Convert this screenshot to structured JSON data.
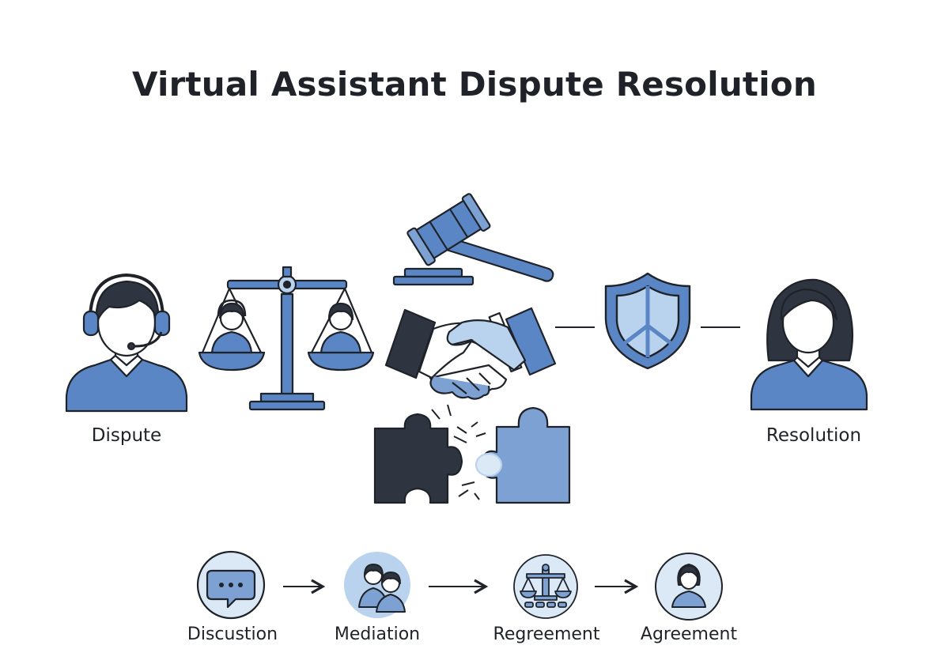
{
  "title": "Virtual Assistant Dispute Resolution",
  "figures": {
    "left_label": "Dispute",
    "right_label": "Resolution"
  },
  "steps": [
    {
      "label": "Discustion",
      "icon": "speech-bubble-icon"
    },
    {
      "label": "Mediation",
      "icon": "two-people-icon"
    },
    {
      "label": "Regreement",
      "icon": "scales-icon"
    },
    {
      "label": "Agreement",
      "icon": "person-icon"
    }
  ],
  "colors": {
    "primary_blue": "#5b86c5",
    "light_blue": "#b9d2ee",
    "pale_blue": "#dbe8f6",
    "dark": "#2f3540",
    "outline": "#1f2329"
  }
}
